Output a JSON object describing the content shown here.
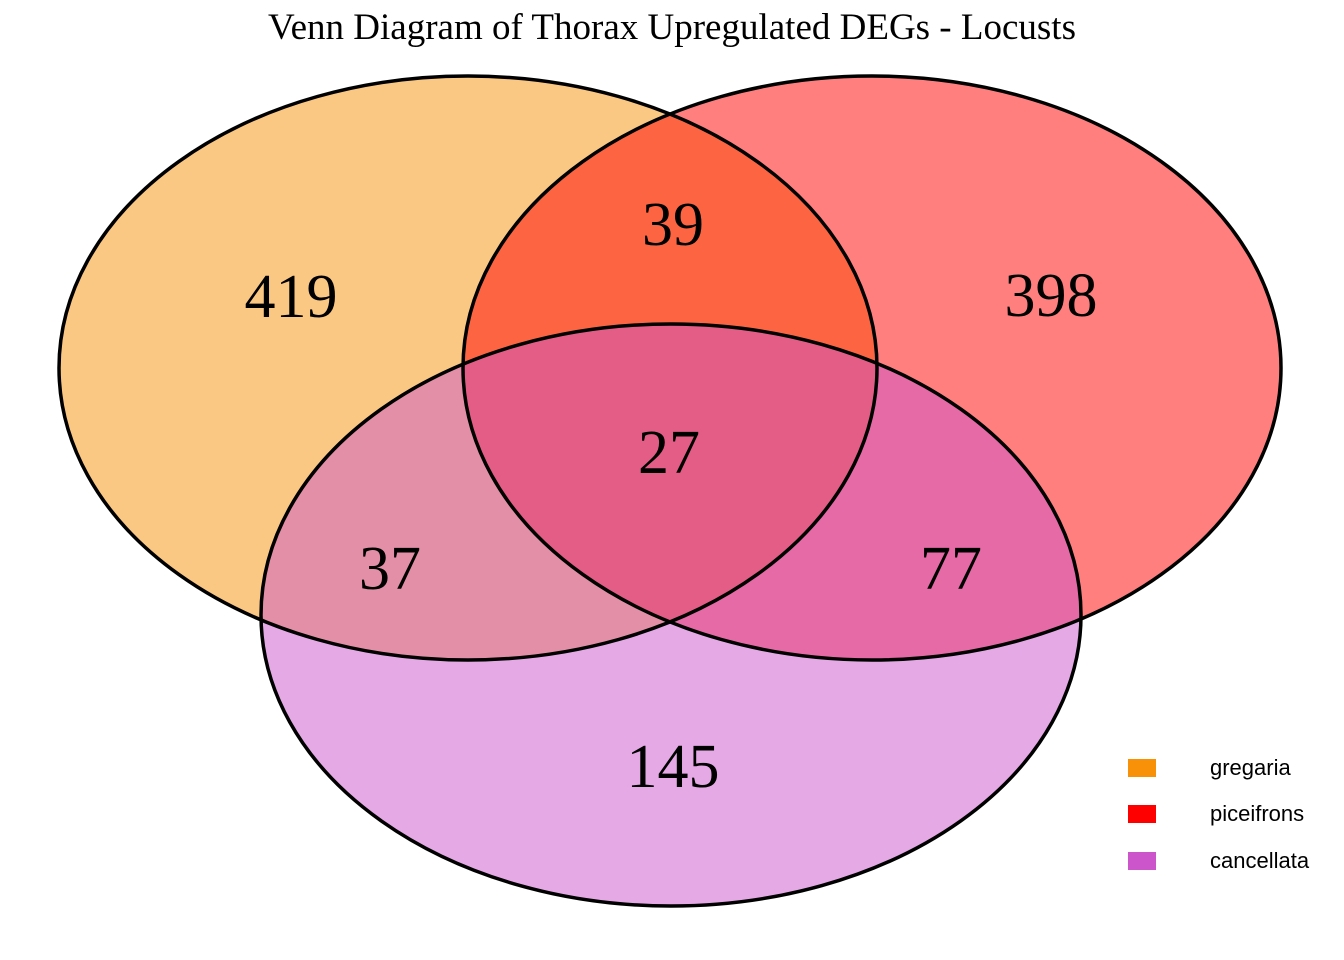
{
  "title": "Venn Diagram of Thorax Upregulated DEGs - Locusts",
  "background_color": "#ffffff",
  "chart_data": {
    "type": "venn",
    "title": "Venn Diagram of Thorax Upregulated DEGs - Locusts",
    "sets": [
      {
        "name": "gregaria",
        "color": "#F89108",
        "fill_opacity": 0.5
      },
      {
        "name": "piceifrons",
        "color": "#FF0000",
        "fill_opacity": 0.5
      },
      {
        "name": "cancellata",
        "color": "#CC55CC",
        "fill_opacity": 0.5
      }
    ],
    "region_counts": {
      "gregaria_only": 419,
      "piceifrons_only": 398,
      "cancellata_only": 145,
      "gregaria_piceifrons": 39,
      "gregaria_cancellata": 37,
      "piceifrons_cancellata": 77,
      "gregaria_piceifrons_cancellata": 27
    },
    "outline_color": "#000000",
    "outline_width": 3.5,
    "legend_position": "bottom-right"
  },
  "legend": {
    "items": [
      {
        "label": "gregaria",
        "color": "#F89108"
      },
      {
        "label": "piceifrons",
        "color": "#FF0000"
      },
      {
        "label": "cancellata",
        "color": "#CC55CC"
      }
    ]
  }
}
